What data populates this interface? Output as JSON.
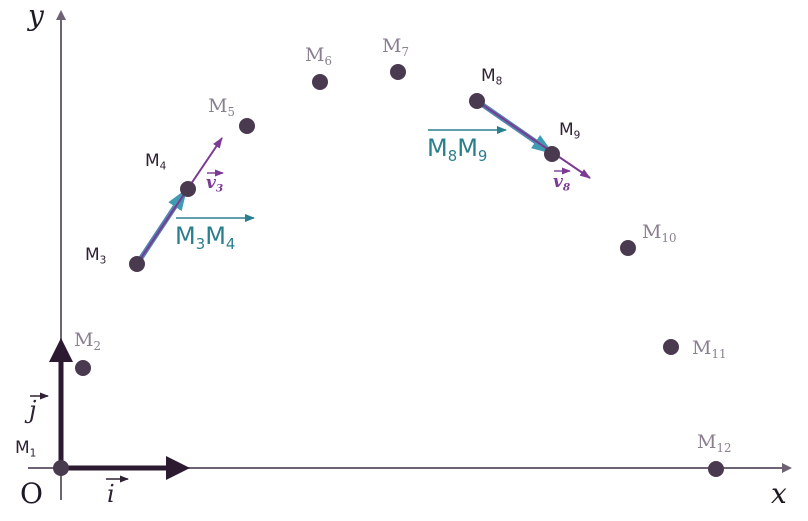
{
  "axes": {
    "x_label": "x",
    "y_label": "y",
    "origin_label": "O",
    "unit_x": "i",
    "unit_y": "j"
  },
  "points": [
    {
      "name": "M",
      "sub": "1"
    },
    {
      "name": "M",
      "sub": "2"
    },
    {
      "name": "M",
      "sub": "3"
    },
    {
      "name": "M",
      "sub": "4"
    },
    {
      "name": "M",
      "sub": "5"
    },
    {
      "name": "M",
      "sub": "6"
    },
    {
      "name": "M",
      "sub": "7"
    },
    {
      "name": "M",
      "sub": "8"
    },
    {
      "name": "M",
      "sub": "9"
    },
    {
      "name": "M",
      "sub": "10"
    },
    {
      "name": "M",
      "sub": "11"
    },
    {
      "name": "M",
      "sub": "12"
    }
  ],
  "velocity_labels": [
    {
      "name": "v",
      "sub": "3"
    },
    {
      "name": "v",
      "sub": "8"
    }
  ],
  "displacement_labels": [
    {
      "from": "M",
      "from_sub": "3",
      "to": "M",
      "to_sub": "4"
    },
    {
      "from": "M",
      "from_sub": "8",
      "to": "M",
      "to_sub": "9"
    }
  ],
  "colors": {
    "axis": "#6e6275",
    "point": "#4a3a50",
    "unit_vector": "#2b1a30",
    "velocity": "#7b3a93",
    "displacement": "#2a7f8d",
    "displacement_fill": "#4f86b0"
  }
}
